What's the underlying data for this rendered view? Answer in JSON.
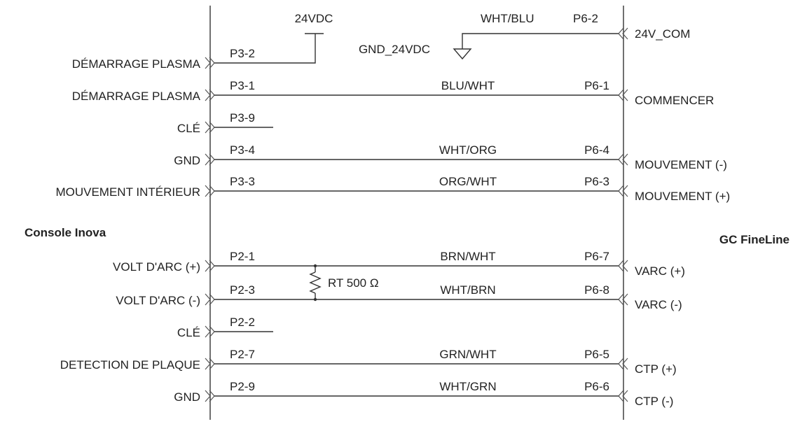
{
  "left_title": "Console Inova",
  "right_title": "GC FineLine",
  "supply": {
    "label_24vdc": "24VDC",
    "label_gnd": "GND_24VDC",
    "wire": "WHT/BLU",
    "right_pin": "P6-2",
    "right_label": "24V_COM",
    "left_pin": "P3-2",
    "left_label": "DÉMARRAGE PLASMA"
  },
  "resistor": {
    "label": "RT 500 Ω"
  },
  "rows": [
    {
      "left_label": "DÉMARRAGE PLASMA",
      "left_pin": "P3-1",
      "wire": "BLU/WHT",
      "right_pin": "P6-1",
      "right_label": "COMMENCER",
      "full": true
    },
    {
      "left_label": "CLÉ",
      "left_pin": "P3-9",
      "wire": "",
      "right_pin": "",
      "right_label": "",
      "full": false
    },
    {
      "left_label": "GND",
      "left_pin": "P3-4",
      "wire": "WHT/ORG",
      "right_pin": "P6-4",
      "right_label": "MOUVEMENT (-)",
      "full": true
    },
    {
      "left_label": "MOUVEMENT INTÉRIEUR",
      "left_pin": "P3-3",
      "wire": "ORG/WHT",
      "right_pin": "P6-3",
      "right_label": "MOUVEMENT (+)",
      "full": true
    },
    {
      "left_label": "VOLT D'ARC (+)",
      "left_pin": "P2-1",
      "wire": "BRN/WHT",
      "right_pin": "P6-7",
      "right_label": "VARC (+)",
      "full": true
    },
    {
      "left_label": "VOLT D'ARC (-)",
      "left_pin": "P2-3",
      "wire": "WHT/BRN",
      "right_pin": "P6-8",
      "right_label": "VARC (-)",
      "full": true
    },
    {
      "left_label": "CLÉ",
      "left_pin": "P2-2",
      "wire": "",
      "right_pin": "",
      "right_label": "",
      "full": false
    },
    {
      "left_label": "DETECTION DE PLAQUE",
      "left_pin": "P2-7",
      "wire": "GRN/WHT",
      "right_pin": "P6-5",
      "right_label": "CTP (+)",
      "full": true
    },
    {
      "left_label": "GND",
      "left_pin": "P2-9",
      "wire": "WHT/GRN",
      "right_pin": "P6-6",
      "right_label": "CTP (-)",
      "full": true
    }
  ]
}
